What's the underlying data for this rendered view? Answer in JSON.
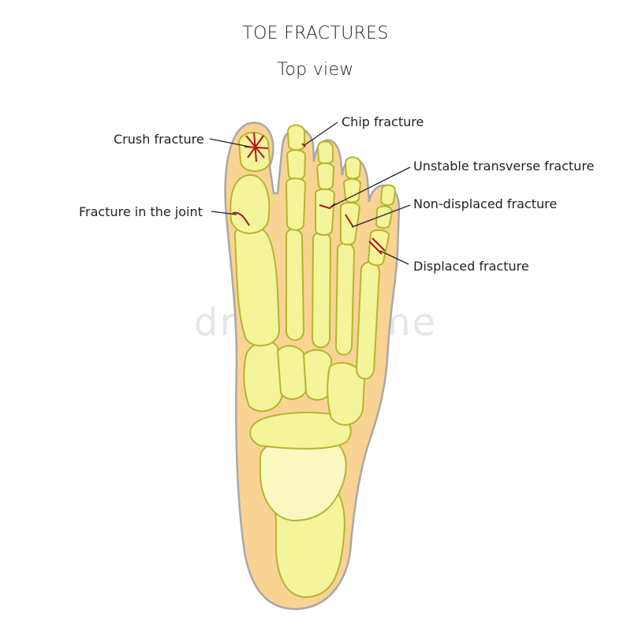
{
  "title": "TOE FRACTURES",
  "subtitle": "Top view",
  "labels": {
    "crush": "Crush fracture",
    "joint": "Fracture in the joint",
    "chip": "Chip fracture",
    "unstable": "Unstable transverse fracture",
    "nondisplaced": "Non-displaced fracture",
    "displaced": "Displaced fracture"
  },
  "watermark": "dreamstime",
  "colors": {
    "skin": "#f9d394",
    "skin_outline": "#a8a8a8",
    "bone": "#f4f49a",
    "bone_outline": "#b5b52e",
    "fracture": "#b5121b",
    "leader": "#222222"
  }
}
